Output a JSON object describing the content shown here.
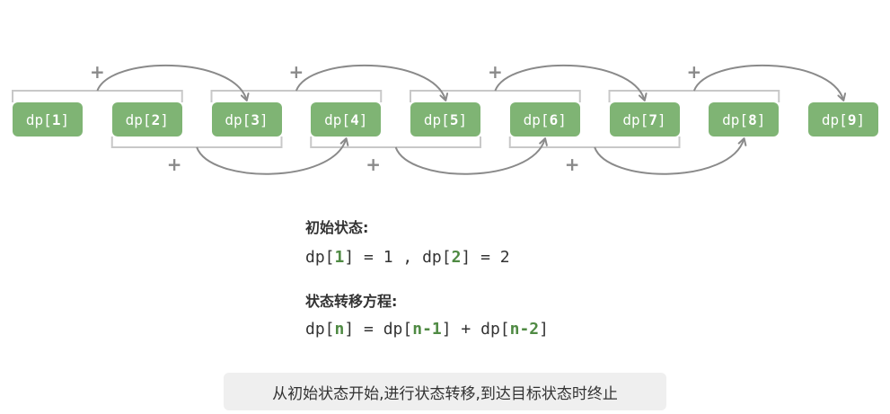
{
  "nodes": [
    {
      "prefix": "dp[",
      "index": "1",
      "suffix": "]"
    },
    {
      "prefix": "dp[",
      "index": "2",
      "suffix": "]"
    },
    {
      "prefix": "dp[",
      "index": "3",
      "suffix": "]"
    },
    {
      "prefix": "dp[",
      "index": "4",
      "suffix": "]"
    },
    {
      "prefix": "dp[",
      "index": "5",
      "suffix": "]"
    },
    {
      "prefix": "dp[",
      "index": "6",
      "suffix": "]"
    },
    {
      "prefix": "dp[",
      "index": "7",
      "suffix": "]"
    },
    {
      "prefix": "dp[",
      "index": "8",
      "suffix": "]"
    },
    {
      "prefix": "dp[",
      "index": "9",
      "suffix": "]"
    }
  ],
  "plus_symbol": "+",
  "initial_state": {
    "heading": "初始状态:",
    "dp1_prefix": "dp[",
    "dp1_index": "1",
    "dp1_suffix": "] = 1 , ",
    "dp2_prefix": "dp[",
    "dp2_index": "2",
    "dp2_suffix": "] = 2"
  },
  "transition": {
    "heading": "状态转移方程:",
    "lhs_prefix": "dp[",
    "lhs_index": "n",
    "lhs_suffix": "] = ",
    "t1_prefix": "dp[",
    "t1_index": "n-1",
    "t1_suffix": "] + ",
    "t2_prefix": "dp[",
    "t2_index": "n-2",
    "t2_suffix": "]"
  },
  "caption": "从初始状态开始,进行状态转移,到达目标状态时终止",
  "colors": {
    "node_fill": "#7fb474",
    "highlight": "#4f8a43",
    "bracket": "#c8c8c8",
    "arrow": "#8a8a8a",
    "caption_bg": "#efefef"
  }
}
